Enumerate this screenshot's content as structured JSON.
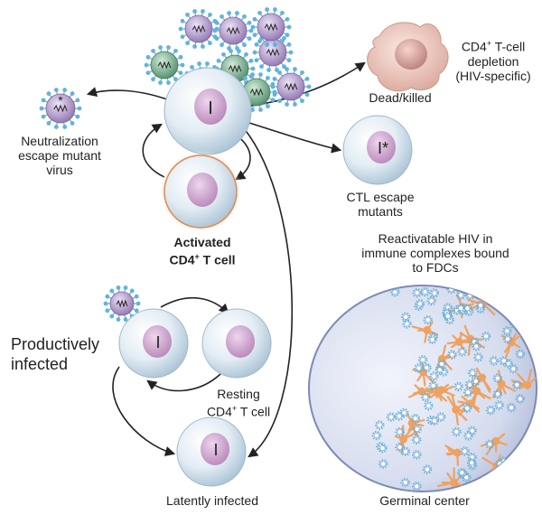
{
  "labels": {
    "depletion": [
      "CD4",
      "+",
      " T-cell",
      "depletion",
      "(HIV-specific)"
    ],
    "dead": "Dead/killed",
    "neutralization": [
      "Neutralization",
      "escape mutant",
      "virus"
    ],
    "ctl": [
      "CTL escape",
      "mutants"
    ],
    "activated_line1": "Activated",
    "activated_line2": [
      "CD4",
      "+",
      " T cell"
    ],
    "reactivatable": [
      "Reactivatable HIV in",
      "immune complexes bound",
      "to FDCs"
    ],
    "productively": [
      "Productively",
      "infected"
    ],
    "resting_line1": "Resting",
    "resting_line2": [
      "CD4",
      "+",
      " T cell"
    ],
    "latently": "Latently infected",
    "germinal": "Germinal center"
  },
  "cell_marks": {
    "infected": "I",
    "ctl_escape": "I*",
    "virus_mutant": "*"
  },
  "colors": {
    "cell_body": "#d3e3ee",
    "nucleus": "#c89ac8",
    "activated_glow": "#e8863f",
    "virion_purple": "#b9a2cf",
    "virion_green": "#7fb393",
    "spike": "#5fb3e0",
    "dead_cell": "#e9c1b7",
    "fdc": "#f0a160",
    "germinal_bg": "#d4dcee",
    "arrow": "#222222"
  }
}
